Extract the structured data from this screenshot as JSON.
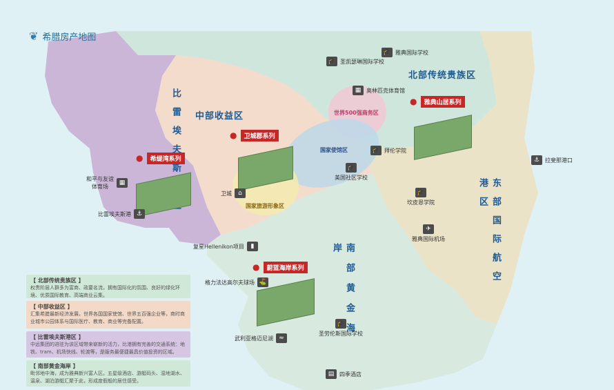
{
  "title": "希腊房产地图",
  "regions": {
    "north_luxury": "北部传统贵族区",
    "central_income": "中部收益区",
    "piraeus_port": "比雷埃夫斯港区",
    "east_airport": "东部国际航空港区",
    "south_coast": "南部黄金海岸"
  },
  "circles": {
    "fortune500": "世界500强商务区",
    "embassy": "国家使馆区",
    "tourism": "国家旅游形象区"
  },
  "series": {
    "xidiwan": "希缇湾系列",
    "weichengjun": "卫城郡系列",
    "yadianshanju": "雅典山居系列",
    "weilanhaian": "蔚蓝海岸系列"
  },
  "pois": {
    "athens_intl_school": "雅典国际学校",
    "st_catherine": "圣凯瑟琳国际学校",
    "olympic": "奥林匹克体育馆",
    "byron": "拜伦学院",
    "american_school": "美国社区学校",
    "rafina_port": "拉斐那港口",
    "peace_stadium": "和平与友谊\n体育场",
    "acropolis": "卫城",
    "piraeus_port": "比雷埃夫斯港",
    "pierce_college": "坎皮恩学院",
    "airport": "雅典国际机场",
    "hellinikon": "复星Hellenikon项目",
    "glyfada_golf": "格力法达高尔夫球场",
    "vouliagmeni": "武利亚格迈尼湖",
    "st_lawrence": "圣劳伦斯国际学校",
    "four_seasons": "四季酒店"
  },
  "legend": [
    {
      "heading": "【 北部传统贵族区 】",
      "body": "权贵阶层人群多为富商、政要名流，拥有国际化的氛围、良好的绿化环境、优质国际教育、高端商业云集。",
      "color": "#cfe8d8"
    },
    {
      "heading": "【 中部收益区 】",
      "body": "汇集希腊最新经济发展，世界各国国家使馆、世界五百强企业等，商时商业城市公园体系与国际医疗、教育、商业等完备配置。",
      "color": "#f3d9c8"
    },
    {
      "heading": "【 比雷埃夫斯港区 】",
      "body": "中远集团的进驻为该区域带来崭新的活力，比港拥有完善的交通系统：地铁、tram、机场快线、轮渡等，是服务最便捷最具价值投资的区域。",
      "color": "#d6c6e4"
    },
    {
      "heading": "【 南部黄金海岸 】",
      "body": "毗邻地中海，成为雅典新兴富人区。五星级酒店、游艇码头、湿地湖水、温泉、湖泊游艇汇聚于此，形成度假般的居住感受。",
      "color": "#cfe8d8"
    }
  ],
  "colors": {
    "north": "#cfe6dc",
    "central": "#f3dccb",
    "piraeus": "#cbb6d8",
    "east": "#ebe3c8",
    "south": "#d8eadf",
    "sea": "#dff1f5",
    "pin": "#c62828"
  }
}
